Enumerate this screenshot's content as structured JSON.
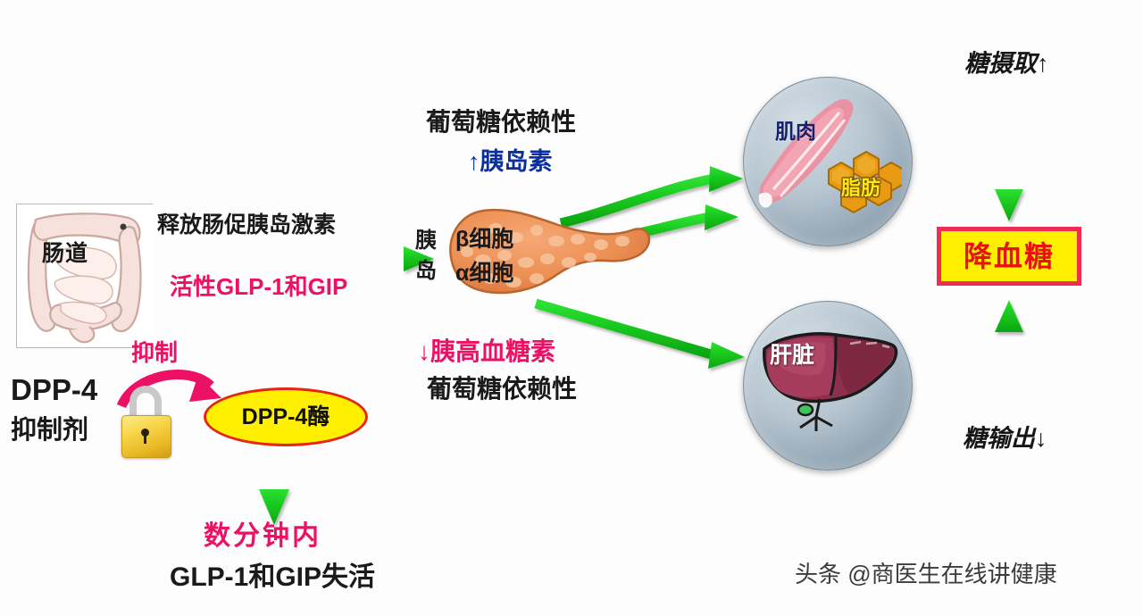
{
  "diagram": {
    "title": "DPP-4 inhibitor incretin pathway diagram",
    "colors": {
      "arrow_green": "#18c81e",
      "pink": "#ec1164",
      "blue": "#0a2f9e",
      "yellow": "#ffef00",
      "red": "#e8120f"
    }
  },
  "intestine": {
    "label": "肠道"
  },
  "flow": {
    "release_label": "释放肠促胰岛激素",
    "active_incretins": "活性GLP-1和GIP"
  },
  "inhibition": {
    "label": "抑制",
    "drug_line1": "DPP-4",
    "drug_line2": "抑制剂",
    "enzyme": "DPP-4酶",
    "lock_icon": "padlock-icon"
  },
  "degradation": {
    "minutes": "数分钟内",
    "inactivation": "GLP-1和GIP失活"
  },
  "pancreas": {
    "islet_line1": "胰",
    "islet_line2": "岛",
    "beta_cell": "β细胞",
    "alpha_cell": "α细胞",
    "insulin_dependency": "葡萄糖依赖性",
    "insulin_up": "↑胰岛素",
    "glucagon_down": "↓胰高血糖素",
    "glucagon_dependency": "葡萄糖依赖性"
  },
  "targets": {
    "muscle": "肌肉",
    "fat": "脂肪",
    "liver": "肝脏"
  },
  "outcomes": {
    "uptake": "糖摄取↑",
    "output": "糖输出↓",
    "result": "降血糖"
  },
  "watermark": {
    "text": "头条 @商医生在线讲健康"
  }
}
